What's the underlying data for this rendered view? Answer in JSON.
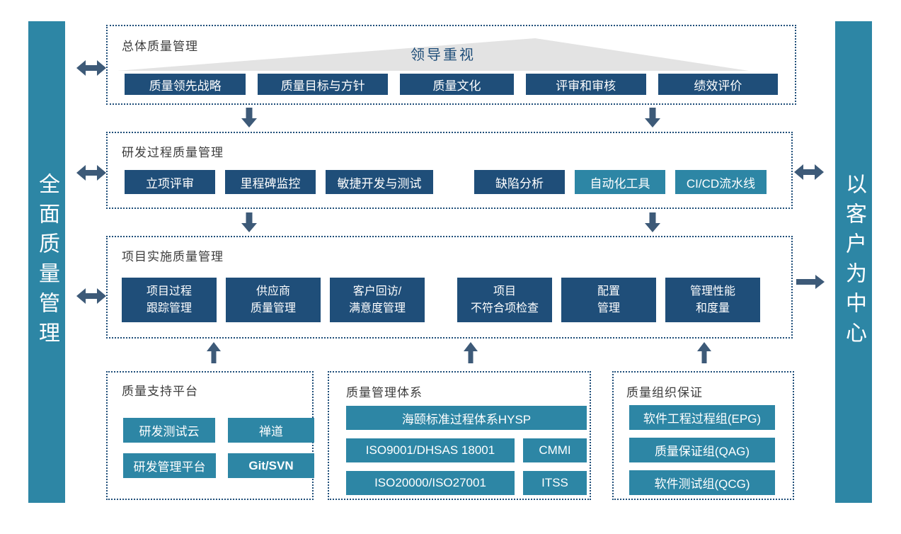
{
  "colors": {
    "navy": "#1f4e79",
    "teal": "#2d86a5",
    "arrow": "#3d5a78",
    "dotted_border": "#1f4e79",
    "triangle_gray": "#e3e3e3",
    "title_text": "#3d3d3d"
  },
  "left_bar": {
    "text": "全面质量管理"
  },
  "right_bar": {
    "text": "以客户为中心"
  },
  "overall": {
    "title": "总体质量管理",
    "banner": "领导重视",
    "buttons": [
      "质量领先战略",
      "质量目标与方针",
      "质量文化",
      "评审和审核",
      "绩效评价"
    ]
  },
  "rd": {
    "title": "研发过程质量管理",
    "buttons": [
      "立项评审",
      "里程碑监控",
      "敏捷开发与测试",
      "缺陷分析",
      "自动化工具",
      "CI/CD流水线"
    ]
  },
  "project": {
    "title": "项目实施质量管理",
    "buttons": [
      "项目过程\n跟踪管理",
      "供应商\n质量管理",
      "客户回访/\n满意度管理",
      "项目\n不符合项检查",
      "配置\n管理",
      "管理性能\n和度量"
    ]
  },
  "platform": {
    "title": "质量支持平台",
    "buttons": [
      "研发测试云",
      "禅道",
      "研发管理平台",
      "Git/SVN"
    ]
  },
  "system": {
    "title": "质量管理体系",
    "wide_button": "海颐标准过程体系HYSP",
    "buttons": [
      "ISO9001/DHSAS 18001",
      "CMMI",
      "ISO20000/ISO27001",
      "ITSS"
    ]
  },
  "org": {
    "title": "质量组织保证",
    "buttons": [
      "软件工程过程组(EPG)",
      "质量保证组(QAG)",
      "软件测试组(QCG)"
    ]
  }
}
